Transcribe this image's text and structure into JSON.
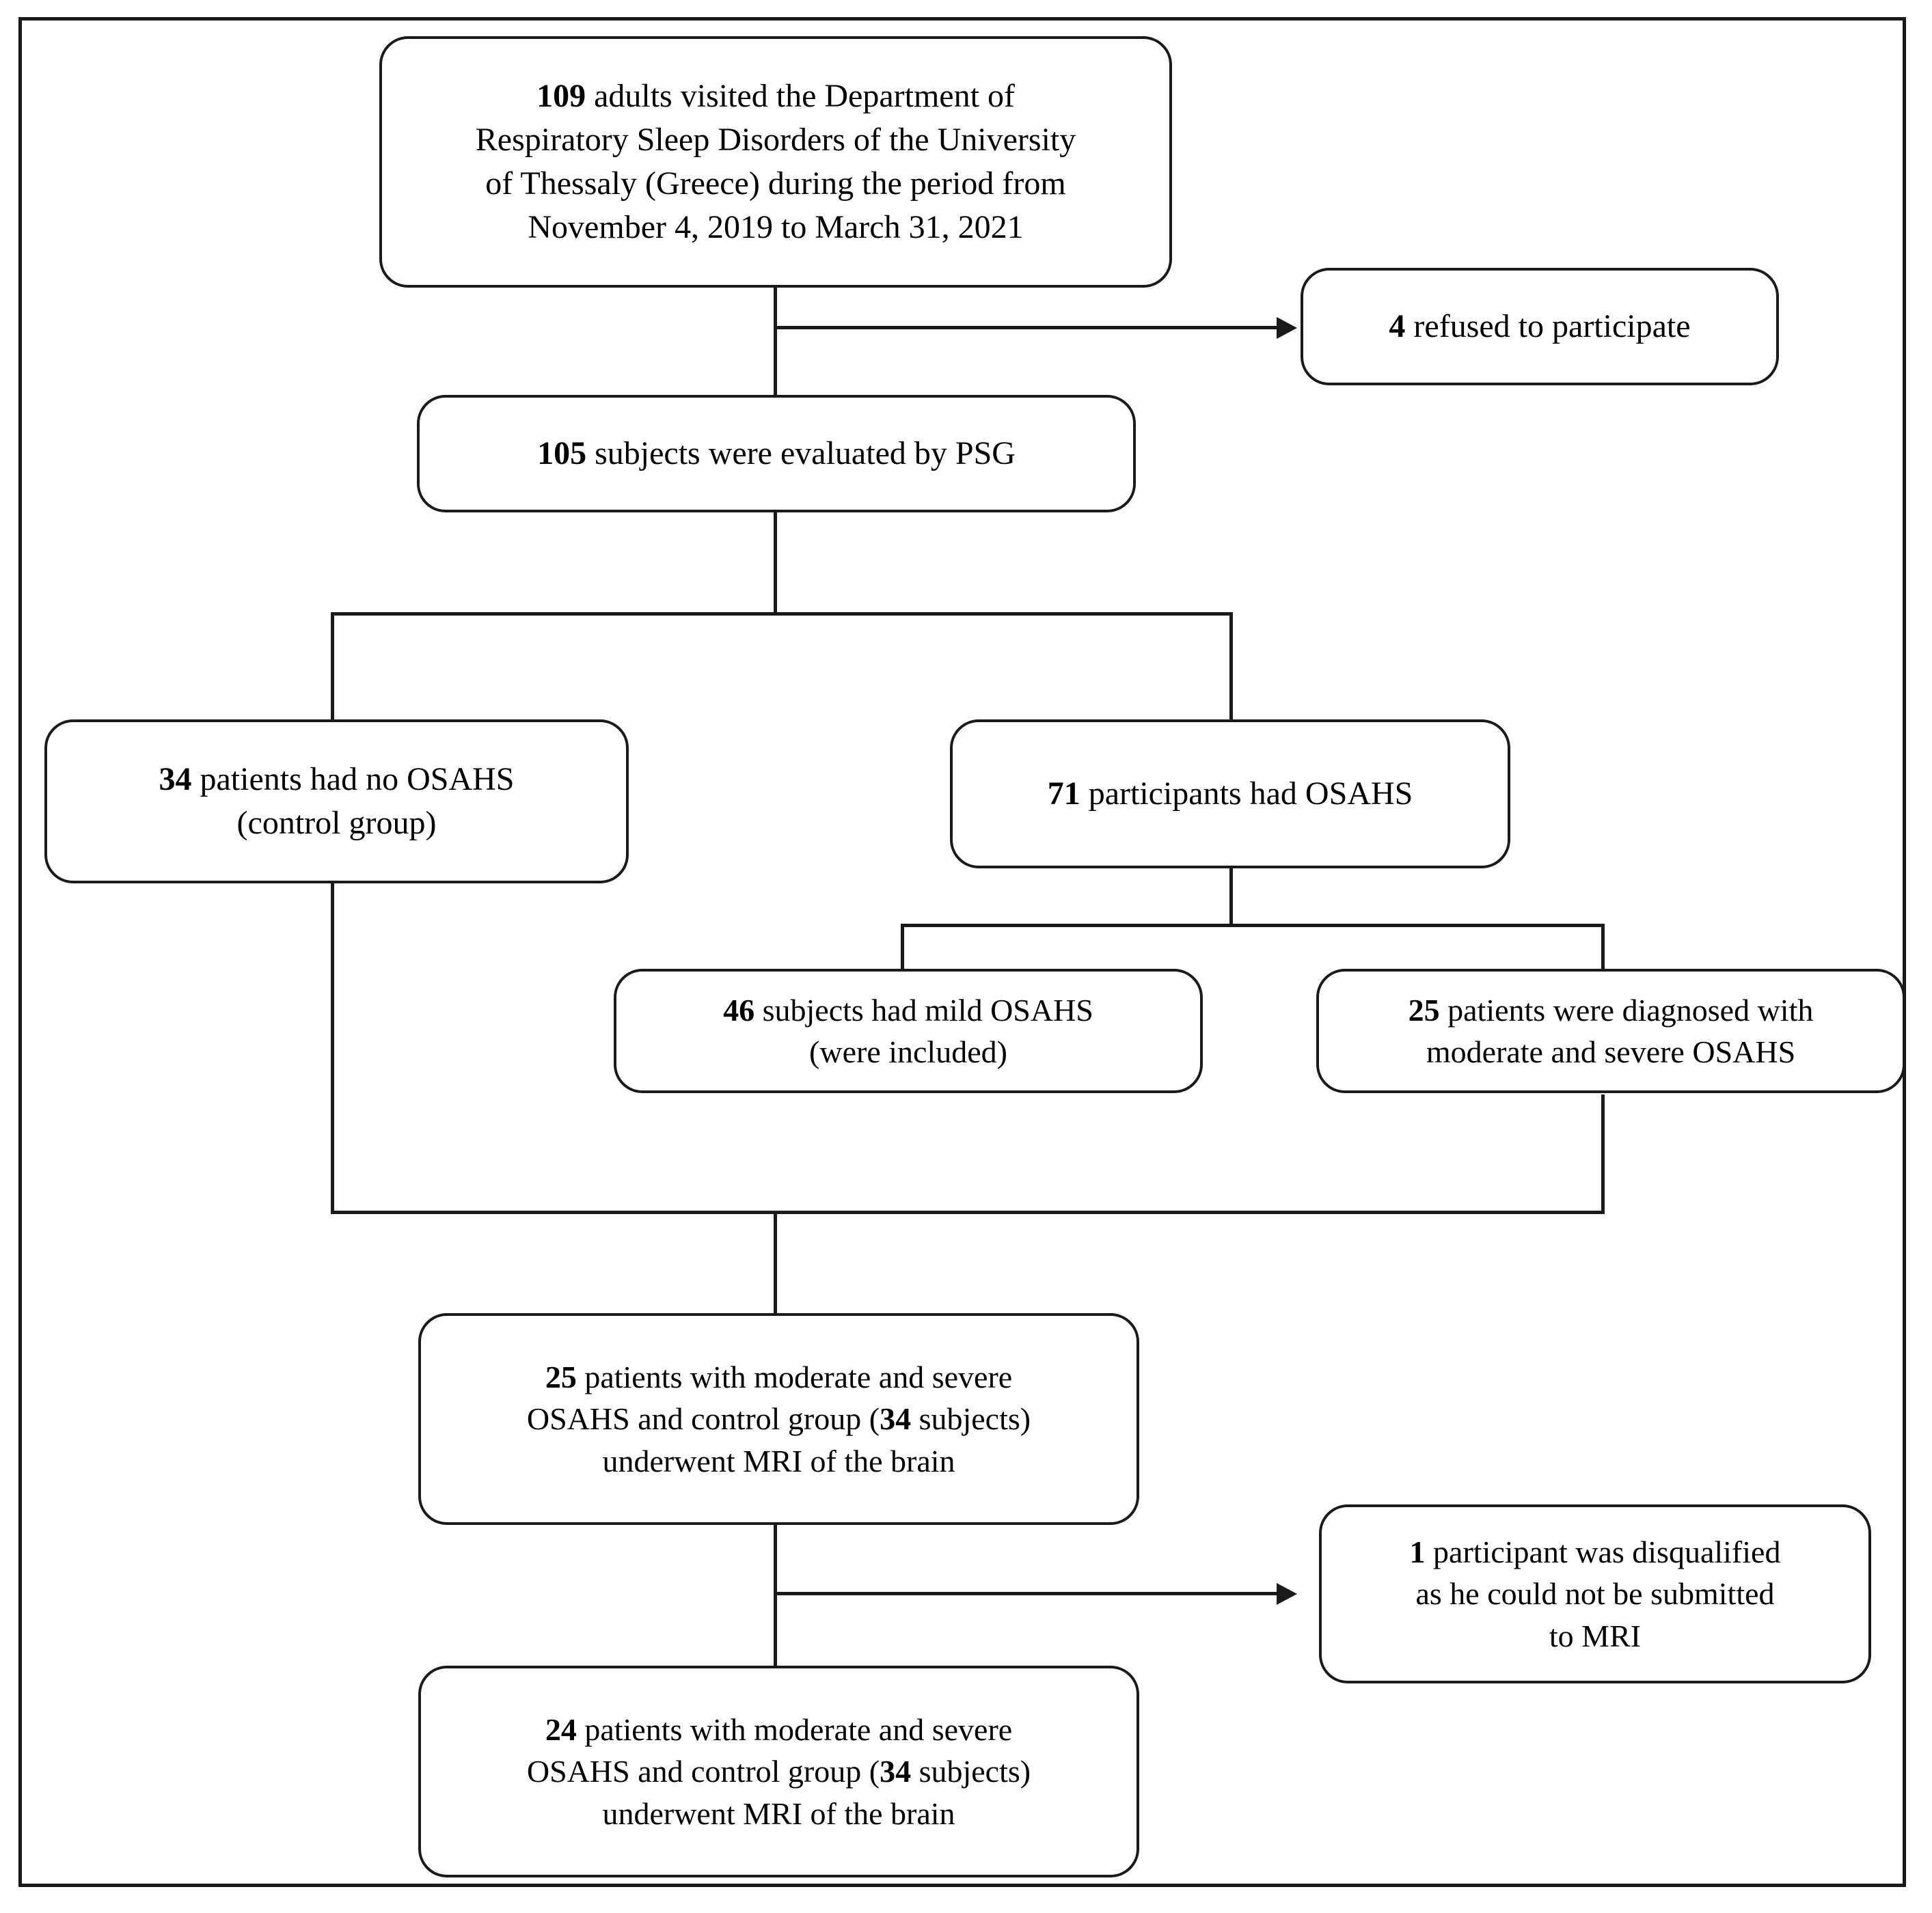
{
  "figure": {
    "type": "flowchart",
    "title": "Study participant flow diagram",
    "orientation": "top-to-bottom",
    "border_color": "#1a1a1a",
    "background_color": "#ffffff",
    "text_color": "#000000"
  },
  "nodes": {
    "recruited": {
      "id": "recruited",
      "count": "109",
      "lines": [
        "adults visited the Department of",
        "Respiratory Sleep Disorders of the University",
        "of Thessaly (Greece) during the period from",
        "November 4, 2019 to March 31, 2021"
      ],
      "full_text": "109 adults visited the Department of Respiratory Sleep Disorders of the University of Thessaly (Greece) during the period from November 4, 2019 to March 31, 2021"
    },
    "refused": {
      "id": "refused",
      "count": "4",
      "lines": [
        "refused to participate"
      ],
      "full_text": "4 refused to participate"
    },
    "evaluated": {
      "id": "evaluated",
      "count": "105",
      "lines": [
        "subjects were evaluated by PSG"
      ],
      "full_text": "105 subjects were evaluated by PSG"
    },
    "no_osahs": {
      "id": "no_osahs",
      "count": "34",
      "lines": [
        "patients had no OSAHS",
        "(control group)"
      ],
      "full_text": "34 patients had no OSAHS (control group)"
    },
    "had_osahs": {
      "id": "had_osahs",
      "count": "71",
      "lines": [
        "participants had OSAHS"
      ],
      "full_text": "71 participants had OSAHS"
    },
    "mild": {
      "id": "mild",
      "count": "46",
      "lines": [
        "subjects had mild OSAHS",
        "(were included)"
      ],
      "full_text": "46 subjects had mild OSAHS (were included)"
    },
    "mod_severe": {
      "id": "mod_severe",
      "count": "25",
      "lines": [
        "patients were diagnosed with",
        "moderate and severe OSAHS"
      ],
      "full_text": "25 patients were diagnosed with moderate and severe OSAHS"
    },
    "mri_25": {
      "id": "mri_25",
      "count": "25",
      "lines": [
        "patients with moderate and severe",
        "OSAHS and control group (34 subjects)",
        "underwent MRI of the brain"
      ],
      "inline_count": "34",
      "full_text": "25 patients with moderate and severe OSAHS and control group (34 subjects) underwent MRI of the brain"
    },
    "disqualified": {
      "id": "disqualified",
      "count": "1",
      "lines": [
        "participant was disqualified",
        "as he could not be submitted",
        "to MRI"
      ],
      "full_text": "1 participant was disqualified as he could not be submitted to MRI"
    },
    "mri_24": {
      "id": "mri_24",
      "count": "24",
      "lines": [
        "patients with moderate and severe",
        "OSAHS and control group (34 subjects)",
        "underwent MRI of the brain"
      ],
      "inline_count": "34",
      "full_text": "24 patients with moderate and severe OSAHS and control group (34 subjects) underwent MRI of the brain"
    }
  },
  "edges": [
    {
      "from": "recruited",
      "to": "refused",
      "kind": "arrow",
      "label": ""
    },
    {
      "from": "recruited",
      "to": "evaluated",
      "kind": "line",
      "label": ""
    },
    {
      "from": "evaluated",
      "to": "no_osahs",
      "kind": "line",
      "label": ""
    },
    {
      "from": "evaluated",
      "to": "had_osahs",
      "kind": "line",
      "label": ""
    },
    {
      "from": "had_osahs",
      "to": "mild",
      "kind": "line",
      "label": ""
    },
    {
      "from": "had_osahs",
      "to": "mod_severe",
      "kind": "line",
      "label": ""
    },
    {
      "from": "no_osahs",
      "to": "mri_25",
      "kind": "line",
      "label": ""
    },
    {
      "from": "mod_severe",
      "to": "mri_25",
      "kind": "line",
      "label": ""
    },
    {
      "from": "mri_25",
      "to": "disqualified",
      "kind": "arrow",
      "label": ""
    },
    {
      "from": "mri_25",
      "to": "mri_24",
      "kind": "line",
      "label": ""
    }
  ]
}
